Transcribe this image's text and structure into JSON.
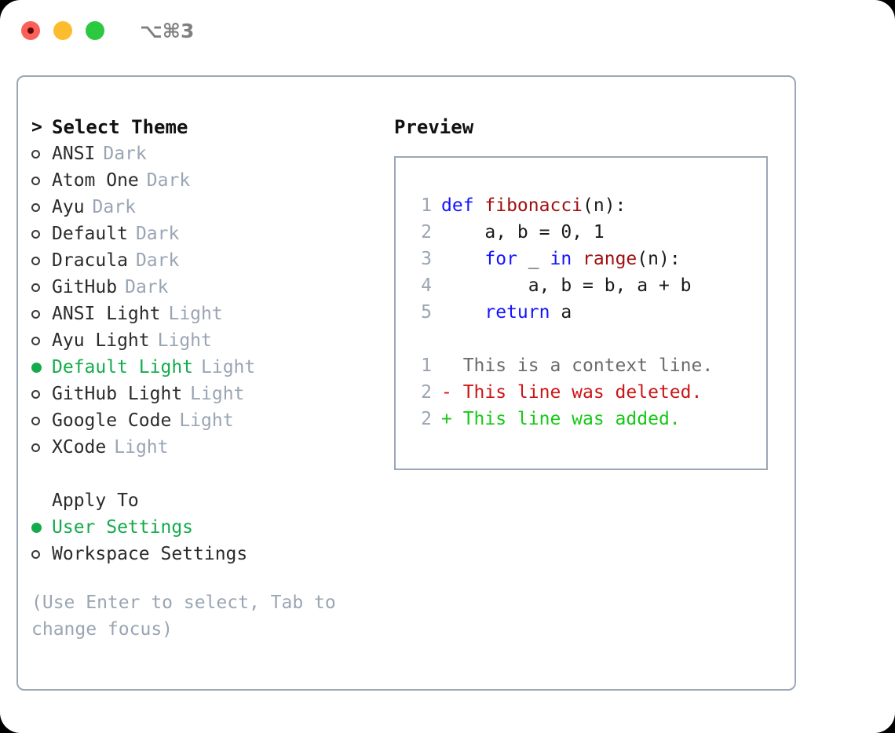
{
  "titlebar": {
    "shortcut": "⌥⌘3",
    "buttons": {
      "close": "close",
      "minimize": "minimize",
      "maximize": "maximize"
    }
  },
  "theme_picker": {
    "header_marker": ">",
    "header": "Select Theme",
    "items": [
      {
        "marker": "o",
        "name": "ANSI",
        "tag": "Dark",
        "selected": false
      },
      {
        "marker": "o",
        "name": "Atom One",
        "tag": "Dark",
        "selected": false
      },
      {
        "marker": "o",
        "name": "Ayu",
        "tag": "Dark",
        "selected": false
      },
      {
        "marker": "o",
        "name": "Default",
        "tag": "Dark",
        "selected": false
      },
      {
        "marker": "o",
        "name": "Dracula",
        "tag": "Dark",
        "selected": false
      },
      {
        "marker": "o",
        "name": "GitHub",
        "tag": "Dark",
        "selected": false
      },
      {
        "marker": "o",
        "name": "ANSI Light",
        "tag": "Light",
        "selected": false
      },
      {
        "marker": "o",
        "name": "Ayu Light",
        "tag": "Light",
        "selected": false
      },
      {
        "marker": "●",
        "name": "Default Light",
        "tag": "Light",
        "selected": true
      },
      {
        "marker": "o",
        "name": "GitHub Light",
        "tag": "Light",
        "selected": false
      },
      {
        "marker": "o",
        "name": "Google Code",
        "tag": "Light",
        "selected": false
      },
      {
        "marker": "o",
        "name": "XCode",
        "tag": "Light",
        "selected": false
      }
    ]
  },
  "apply_to": {
    "label": "Apply To",
    "options": [
      {
        "marker": "●",
        "name": "User Settings",
        "selected": true
      },
      {
        "marker": "o",
        "name": "Workspace Settings",
        "selected": false
      }
    ]
  },
  "hint": "(Use Enter to select, Tab to change focus)",
  "preview": {
    "title": "Preview",
    "code_lines": [
      {
        "no": "1",
        "tokens": [
          {
            "t": "def ",
            "c": "kw"
          },
          {
            "t": "fibonacci",
            "c": "fn"
          },
          {
            "t": "(n):",
            "c": "txt"
          }
        ]
      },
      {
        "no": "2",
        "tokens": [
          {
            "t": "    a, b = 0, 1",
            "c": "txt"
          }
        ]
      },
      {
        "no": "3",
        "tokens": [
          {
            "t": "    ",
            "c": "txt"
          },
          {
            "t": "for",
            "c": "kw"
          },
          {
            "t": " _ ",
            "c": "txt"
          },
          {
            "t": "in",
            "c": "kw"
          },
          {
            "t": " ",
            "c": "txt"
          },
          {
            "t": "range",
            "c": "fn"
          },
          {
            "t": "(n):",
            "c": "txt"
          }
        ]
      },
      {
        "no": "4",
        "tokens": [
          {
            "t": "        a, b = b, a + b",
            "c": "txt"
          }
        ]
      },
      {
        "no": "5",
        "tokens": [
          {
            "t": "    ",
            "c": "txt"
          },
          {
            "t": "return",
            "c": "kw"
          },
          {
            "t": " a",
            "c": "txt"
          }
        ]
      }
    ],
    "diff_lines": [
      {
        "no": "1",
        "text": "  This is a context line.",
        "c": "ctx"
      },
      {
        "no": "2",
        "text": "- This line was deleted.",
        "c": "del"
      },
      {
        "no": "2",
        "text": "+ This line was added.",
        "c": "add"
      }
    ]
  },
  "colors": {
    "accent_green": "#13ab4b",
    "muted": "#9aa5b4",
    "border": "#9aa7b5",
    "keyword": "#1414ff",
    "function": "#a01010",
    "diff_added": "#16c916",
    "diff_deleted": "#cc1515"
  }
}
